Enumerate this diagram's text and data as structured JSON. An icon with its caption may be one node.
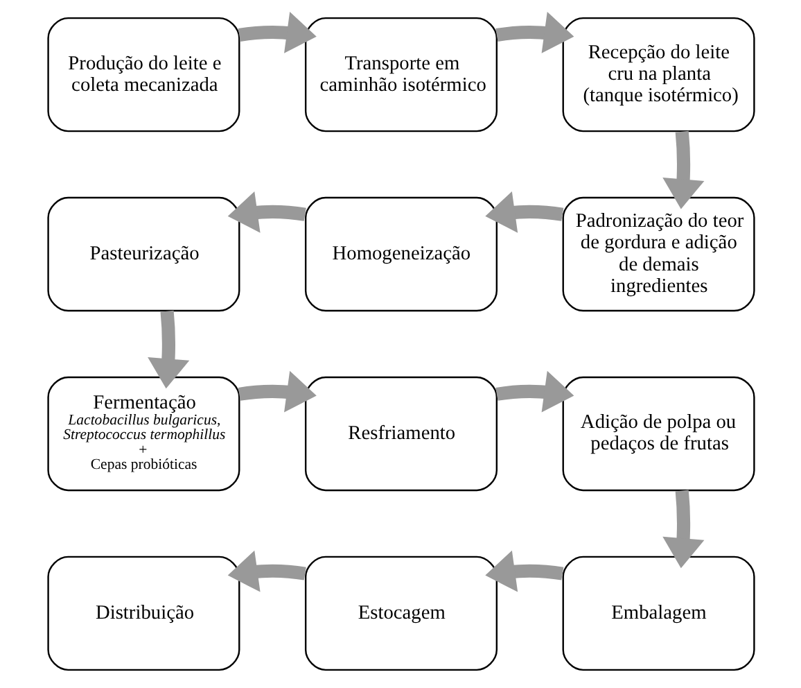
{
  "diagram": {
    "nodes": [
      {
        "text": [
          "Produção do leite e coleta mecanizada"
        ]
      },
      {
        "text": [
          "Transporte em caminhão isotérmico"
        ]
      },
      {
        "text": [
          "Recepção do leite cru na planta",
          "(tanque isotérmico)"
        ]
      },
      {
        "text": [
          "Padronização do teor de gordura e adição de demais ingredientes"
        ]
      },
      {
        "text": [
          "Homogeneização"
        ]
      },
      {
        "text": [
          "Pasteurização"
        ]
      },
      {
        "text": [
          "Fermentação",
          "Lactobacillus bulgaricus, Streptococcus termophillus",
          "+",
          "Cepas probióticas"
        ]
      },
      {
        "text": [
          "Resfriamento"
        ]
      },
      {
        "text": [
          "Adição de polpa ou pedaços de frutas"
        ]
      },
      {
        "text": [
          "Embalagem"
        ]
      },
      {
        "text": [
          "Estocagem"
        ]
      },
      {
        "text": [
          "Distribuição"
        ]
      }
    ],
    "edges": [
      {
        "from": 0,
        "to": 1,
        "arrow": "to"
      },
      {
        "from": 1,
        "to": 2,
        "arrow": "to"
      },
      {
        "from": 2,
        "to": 3,
        "arrow": "to"
      },
      {
        "from": 3,
        "to": 4,
        "arrow": "to"
      },
      {
        "from": 4,
        "to": 5,
        "arrow": "to"
      },
      {
        "from": 5,
        "to": 6,
        "arrow": "to"
      },
      {
        "from": 6,
        "to": 7,
        "arrow": "to"
      },
      {
        "from": 7,
        "to": 8,
        "arrow": "to"
      },
      {
        "from": 8,
        "to": 9,
        "arrow": "to"
      },
      {
        "from": 9,
        "to": 10,
        "arrow": "to"
      },
      {
        "from": 10,
        "to": 11,
        "arrow": "to"
      }
    ]
  }
}
